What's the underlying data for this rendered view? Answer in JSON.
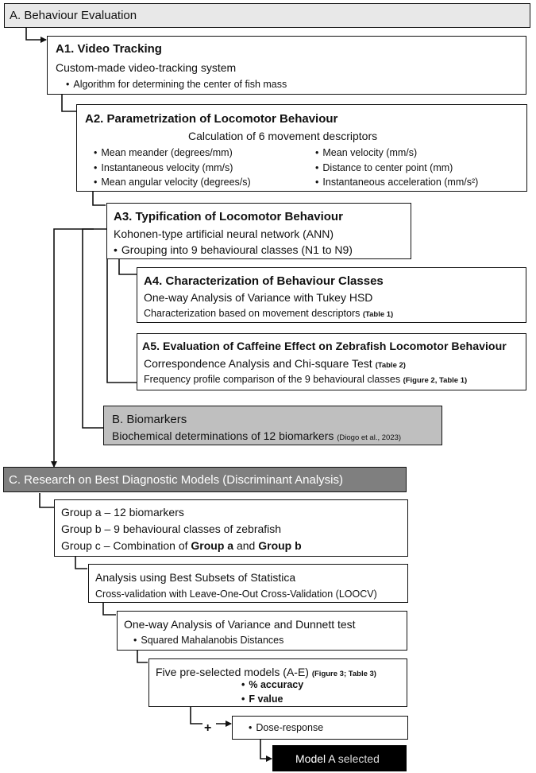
{
  "sectionA": {
    "title": "A. Behaviour Evaluation"
  },
  "a1": {
    "title": "A1. Video Tracking",
    "subtitle": "Custom-made video-tracking system",
    "bullet": "Algorithm for determining the center of fish mass"
  },
  "a2": {
    "title": "A2. Parametrization of Locomotor Behaviour",
    "subtitle": "Calculation of 6 movement descriptors",
    "left": [
      "Mean meander (degrees/mm)",
      "Instantaneous velocity (mm/s)",
      "Mean angular velocity (degrees/s)"
    ],
    "right": [
      "Mean velocity (mm/s)",
      "Distance to center point  (mm)",
      "Instantaneous acceleration (mm/s²)"
    ]
  },
  "a3": {
    "title": "A3. Typification of Locomotor Behaviour",
    "subtitle": "Kohonen-type artificial neural network (ANN)",
    "bullet": "Grouping into 9 behavioural classes (N1 to N9)"
  },
  "a4": {
    "title": "A4. Characterization of Behaviour Classes",
    "line1": "One-way Analysis of Variance with Tukey HSD",
    "line2": "Characterization based on movement descriptors",
    "line2_ref": "(Table 1)"
  },
  "a5": {
    "title": "A5. Evaluation of Caffeine Effect on Zebrafish Locomotor Behaviour",
    "line1": "Correspondence Analysis and Chi-square Test",
    "line1_ref": "(Table 2)",
    "line2": "Frequency profile comparison of the 9 behavioural classes",
    "line2_ref": "(Figure 2, Table 1)"
  },
  "b": {
    "title": "B. Biomarkers",
    "line1": "Biochemical determinations of 12 biomarkers",
    "line1_ref": "(Diogo et al., 2023)"
  },
  "sectionC": {
    "title": "C. Research on Best Diagnostic Models (Discriminant Analysis)"
  },
  "groups": {
    "a": "Group a – 12 biomarkers",
    "b": "Group b – 9 behavioural classes of zebrafish",
    "c_prefix": "Group c – Combination of",
    "c_ga": "Group a",
    "c_and": "and",
    "c_gb": "Group b"
  },
  "subsets": {
    "line1": "Analysis using Best Subsets of Statistica",
    "line2": "Cross-validation with Leave-One-Out Cross-Validation (LOOCV)"
  },
  "anova": {
    "line1": "One-way Analysis of Variance and Dunnett test",
    "bullet": "Squared Mahalanobis Distances"
  },
  "models": {
    "line1": "Five pre-selected models (A-E)",
    "line1_ref": "(Figure 3; Table 3)",
    "b1": "% accuracy",
    "b2": "F value"
  },
  "plus": "+",
  "dose": {
    "bullet": "Dose-response"
  },
  "final": {
    "strong": "Model A",
    "rest": " selected"
  },
  "colors": {
    "header_a": "#e8e8e8",
    "header_c": "#7f7f7f",
    "box_b": "#bfbfbf",
    "final_bg": "#000000"
  }
}
